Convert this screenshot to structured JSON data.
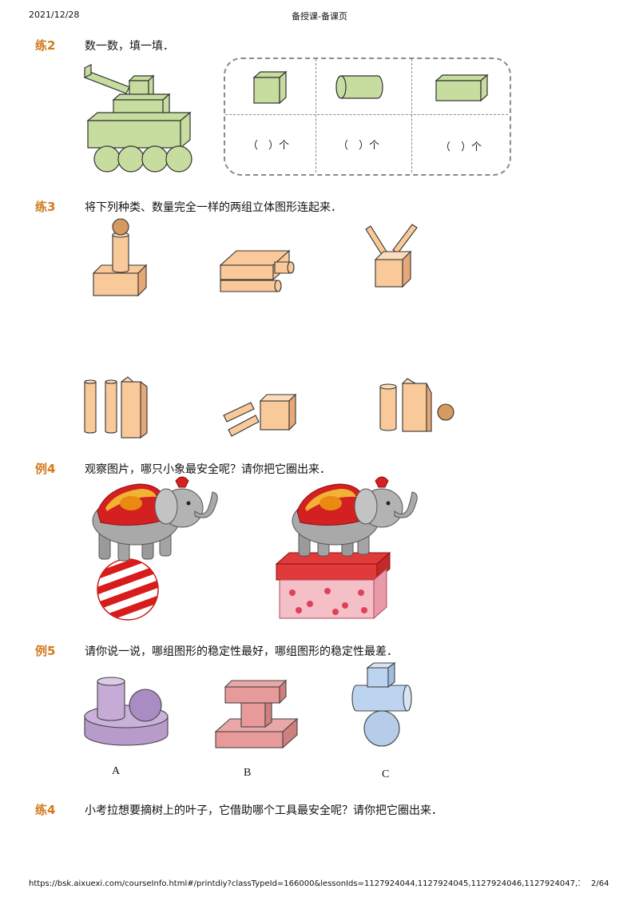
{
  "header": {
    "date": "2021/12/28",
    "title": "备授课-备课页"
  },
  "footer": {
    "url": "https://bsk.aixuexi.com/courseInfo.html#/printdiy?classTypeId=166000&lessonIds=1127924044,1127924045,1127924046,1127924047,1127924…",
    "page": "2/64"
  },
  "sections": [
    {
      "tag": "练2",
      "text": "数一数，填一填．",
      "cells": [
        "（　）个",
        "（　）个",
        "（　）个"
      ]
    },
    {
      "tag": "练3",
      "text": "将下列种类、数量完全一样的两组立体图形连起来．"
    },
    {
      "tag": "例4",
      "text": "观察图片，哪只小象最安全呢？请你把它圈出来．"
    },
    {
      "tag": "例5",
      "text": "请你说一说，哪组图形的稳定性最好，哪组图形的稳定性最差．",
      "labels": [
        "A",
        "B",
        "C"
      ]
    },
    {
      "tag": "练4",
      "text": "小考拉想要摘树上的叶子，它借助哪个工具最安全呢？请你把它圈出来．"
    }
  ],
  "icons": [
    "tank-icon",
    "cube-icon",
    "cylinder-icon",
    "cuboid-icon",
    "elephant-on-ball-icon",
    "elephant-on-box-icon"
  ],
  "colors": {
    "tag": "#d27a1e",
    "green": "#c6dd9f",
    "orange": "#f9c99a",
    "purple": "#c9b1d9",
    "pink": "#e89a9a",
    "blue": "#bcd4ef"
  }
}
